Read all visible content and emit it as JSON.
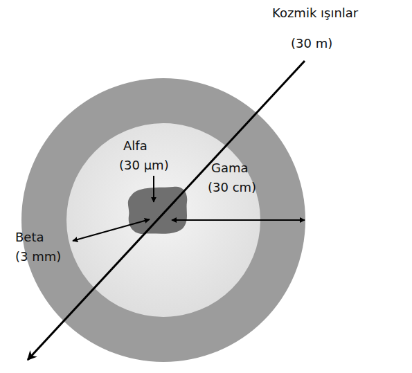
{
  "diagram": {
    "labels": [
      "Kozmik ışınlar",
      "(30 m)",
      "Alfa",
      "(30 µm)",
      "Gama",
      "(30 cm)",
      "Beta",
      "(3 mm)"
    ]
  }
}
